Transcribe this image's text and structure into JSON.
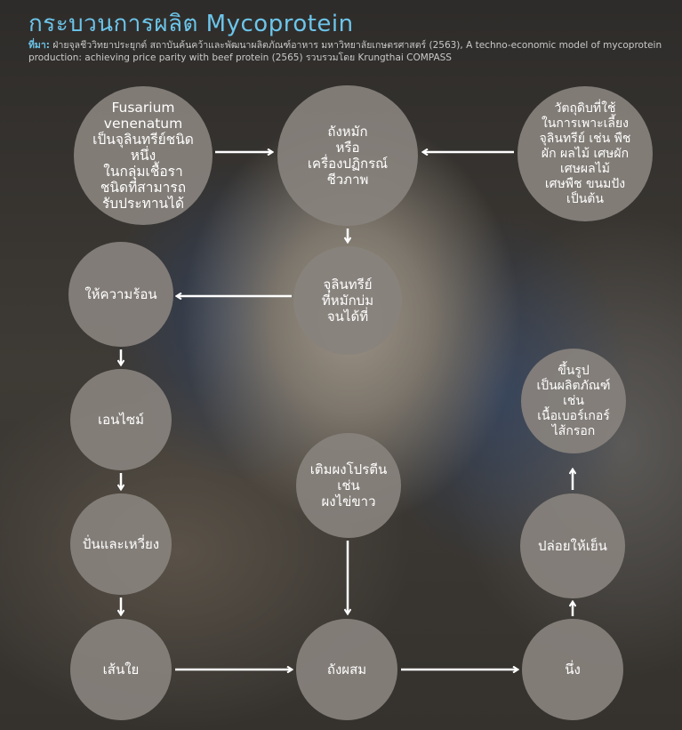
{
  "title": "กระบวนการผลิต Mycoprotein",
  "source": {
    "label": "ที่มา:",
    "text": " ฝ่ายจุลชีววิทยาประยุกต์ สถาบันค้นคว้าและพัฒนาผลิตภัณฑ์อาหาร มหาวิทยาลัยเกษตรศาสตร์ (2563), A techno-economic model of mycoprotein production: achieving price parity with beef protein (2565) รวบรวมโดย Krungthai COMPASS"
  },
  "nodes": {
    "fusarium": [
      "Fusarium",
      "venenatum",
      "เป็นจุลินทรีย์ชนิดหนึ่ง",
      "ในกลุ่มเชื้อรา",
      "ชนิดที่สามารถ",
      "รับประทานได้"
    ],
    "tank": [
      "ถังหมัก",
      "หรือ",
      "เครื่องปฏิกรณ์",
      "ชีวภาพ"
    ],
    "material": [
      "วัตถุดิบที่ใช้",
      "ในการเพาะเลี้ยง",
      "จุลินทรีย์ เช่น พืช",
      "ผัก ผลไม้ เศษผัก",
      "เศษผลไม้",
      "เศษพืช ขนมปัง",
      "เป็นต้น"
    ],
    "micro": [
      "จุลินทรีย์",
      "ที่หมักบ่ม",
      "จนได้ที่"
    ],
    "heat": [
      "ให้ความร้อน"
    ],
    "enzyme": [
      "เอนไซม์"
    ],
    "spin": [
      "ปั่นและเหวี่ยง"
    ],
    "fiber": [
      "เส้นใย"
    ],
    "addprot": [
      "เติมผงโปรตีน",
      "เช่น",
      "ผงไข่ขาว"
    ],
    "mixtank": [
      "ถังผสม"
    ],
    "steam": [
      "นึ่ง"
    ],
    "cool": [
      "ปล่อยให้เย็น"
    ],
    "product": [
      "ขึ้นรูป",
      "เป็นผลิตภัณฑ์",
      "เช่น",
      "เนื้อเบอร์เกอร์",
      "ไส้กรอก"
    ]
  },
  "colors": {
    "title": "#6cc5ea",
    "node": "#88827d",
    "arrow": "#ffffff"
  }
}
